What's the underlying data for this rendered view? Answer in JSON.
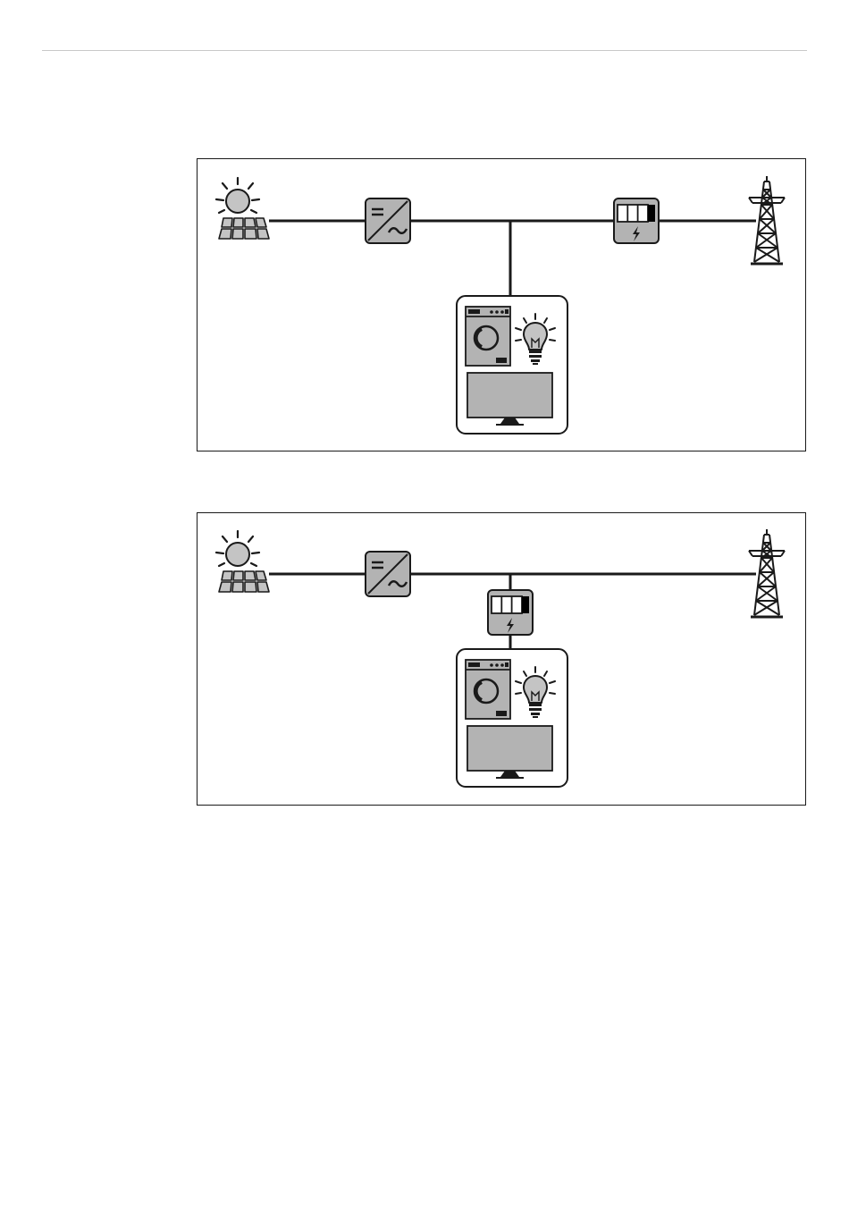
{
  "diagrams": [
    {
      "id": "diagram-1",
      "components": [
        "solar-panel",
        "inverter",
        "battery",
        "power-grid",
        "household-loads"
      ],
      "connections": [
        [
          "solar-panel",
          "inverter"
        ],
        [
          "inverter",
          "battery"
        ],
        [
          "battery",
          "power-grid"
        ],
        [
          "inverter",
          "household-loads"
        ]
      ]
    },
    {
      "id": "diagram-2",
      "components": [
        "solar-panel",
        "inverter",
        "power-grid",
        "battery",
        "household-loads"
      ],
      "connections": [
        [
          "solar-panel",
          "inverter"
        ],
        [
          "inverter",
          "power-grid"
        ],
        [
          "inverter",
          "battery"
        ],
        [
          "battery",
          "household-loads"
        ]
      ]
    }
  ],
  "colors": {
    "line": "#1a1a1a",
    "component_fill": "#b3b3b3",
    "component_fill_light": "#c4c4c4",
    "battery_charge": "#000000"
  }
}
